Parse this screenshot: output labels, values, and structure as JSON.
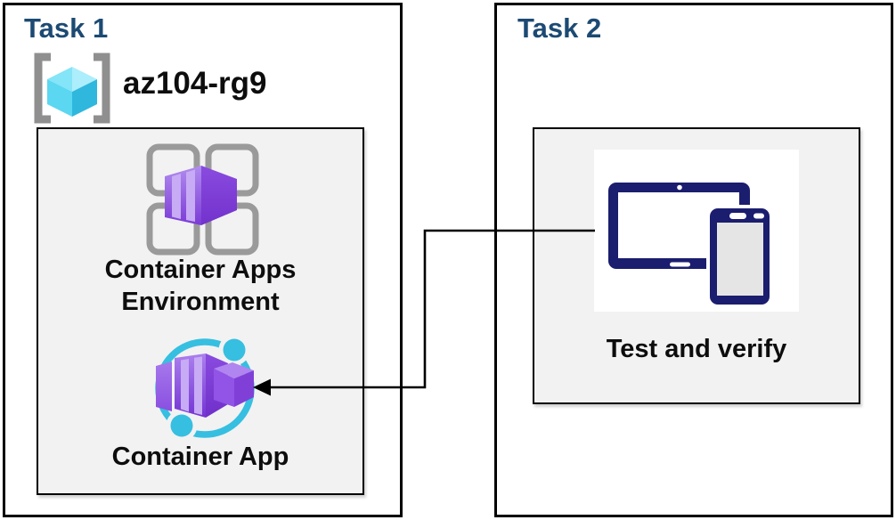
{
  "task1": {
    "title": "Task 1",
    "resource_group_name": "az104-rg9",
    "environment_label_line1": "Container Apps",
    "environment_label_line2": "Environment",
    "app_label": "Container App"
  },
  "task2": {
    "title": "Task 2",
    "verify_label": "Test and verify"
  },
  "connector": {
    "from": "test-and-verify-devices",
    "to": "container-app",
    "style": "elbow",
    "arrowhead": "points-left-at-container-app"
  },
  "icons": {
    "resource_group": "azure-resource-group-icon",
    "environment": "container-apps-environment-icon",
    "app": "container-app-icon",
    "devices": "tablet-and-phone-icon"
  },
  "colors": {
    "task_title_blue": "#1c4a73",
    "label_text": "#0d0d0d",
    "panel_fill": "#f2f2f2",
    "border": "#000000",
    "azure_cyan": "#36bfe0",
    "azure_purple_light": "#b18cef",
    "azure_purple_dark": "#7334d6",
    "rg_cube_cyan": "#50d7f0",
    "device_navy": "#1b1d6e",
    "bracket_gray": "#8f8f8f"
  }
}
